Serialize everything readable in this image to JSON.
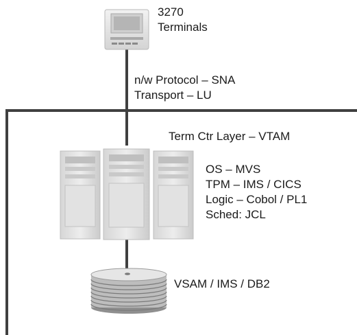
{
  "terminal": {
    "line1": "3270",
    "line2": "Terminals"
  },
  "network": {
    "protocol": "n/w  Protocol – SNA",
    "transport": "Transport – LU"
  },
  "terminal_control": {
    "label": "Term Ctr Layer – VTAM"
  },
  "mainframe": {
    "os": "OS – MVS",
    "tpm": "TPM – IMS / CICS",
    "logic": "Logic – Cobol / PL1",
    "sched": "Sched: JCL"
  },
  "storage": {
    "label": "VSAM / IMS / DB2"
  },
  "colors": {
    "line": "#404040",
    "device_light": "#ececec",
    "device_mid": "#cfcfcf",
    "device_dark": "#9a9a9a"
  },
  "icons": [
    "terminal-icon",
    "mainframe-icon",
    "disk-storage-icon"
  ]
}
